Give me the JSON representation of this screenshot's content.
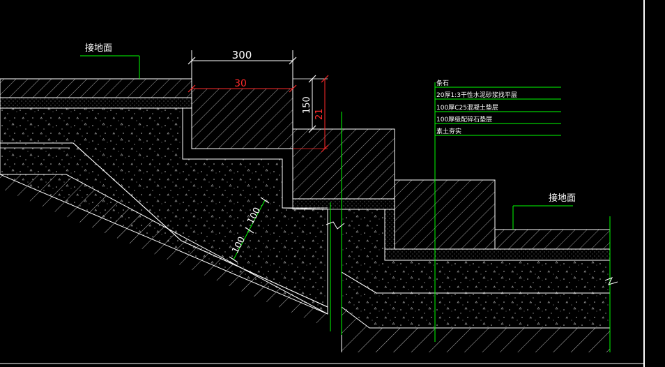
{
  "drawing": {
    "dims": {
      "tread_width": "300",
      "tread_width_red": "30",
      "riser_height": "150",
      "riser_height_red": "21",
      "slab_thickness_upper": "100",
      "slab_thickness_lower": "100"
    },
    "labels": {
      "ground_left": "接地面",
      "ground_right": "接地面"
    },
    "layers": [
      "条石",
      "20厚1:3干性水泥砂浆找平层",
      "100厚C25混凝土垫层",
      "100厚级配碎石垫层",
      "素土夯实"
    ],
    "colors": {
      "background": "#000000",
      "line": "#ffffff",
      "leader": "#00ff00",
      "red_dim": "#ff2a2a",
      "frame": "#ffffff"
    }
  }
}
